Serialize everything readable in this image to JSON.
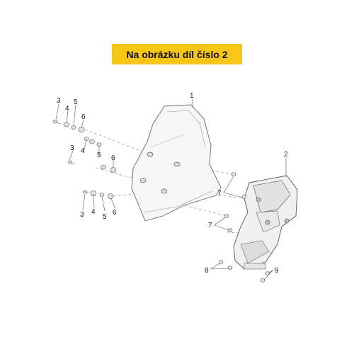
{
  "banner": {
    "text": "Na obrázku díl číslo 2",
    "color": "#f5c518"
  },
  "callouts": {
    "c1": "1",
    "c2": "2",
    "c3a": "3",
    "c4a": "4",
    "c5a": "5",
    "c6a": "6",
    "c3b": "3",
    "c4b": "4",
    "c5b": "5",
    "c6b": "6",
    "c3c": "3",
    "c4c": "4",
    "c5c": "5",
    "c6c": "6",
    "c7a": "7",
    "c7b": "7",
    "c8": "8",
    "c9": "9"
  }
}
